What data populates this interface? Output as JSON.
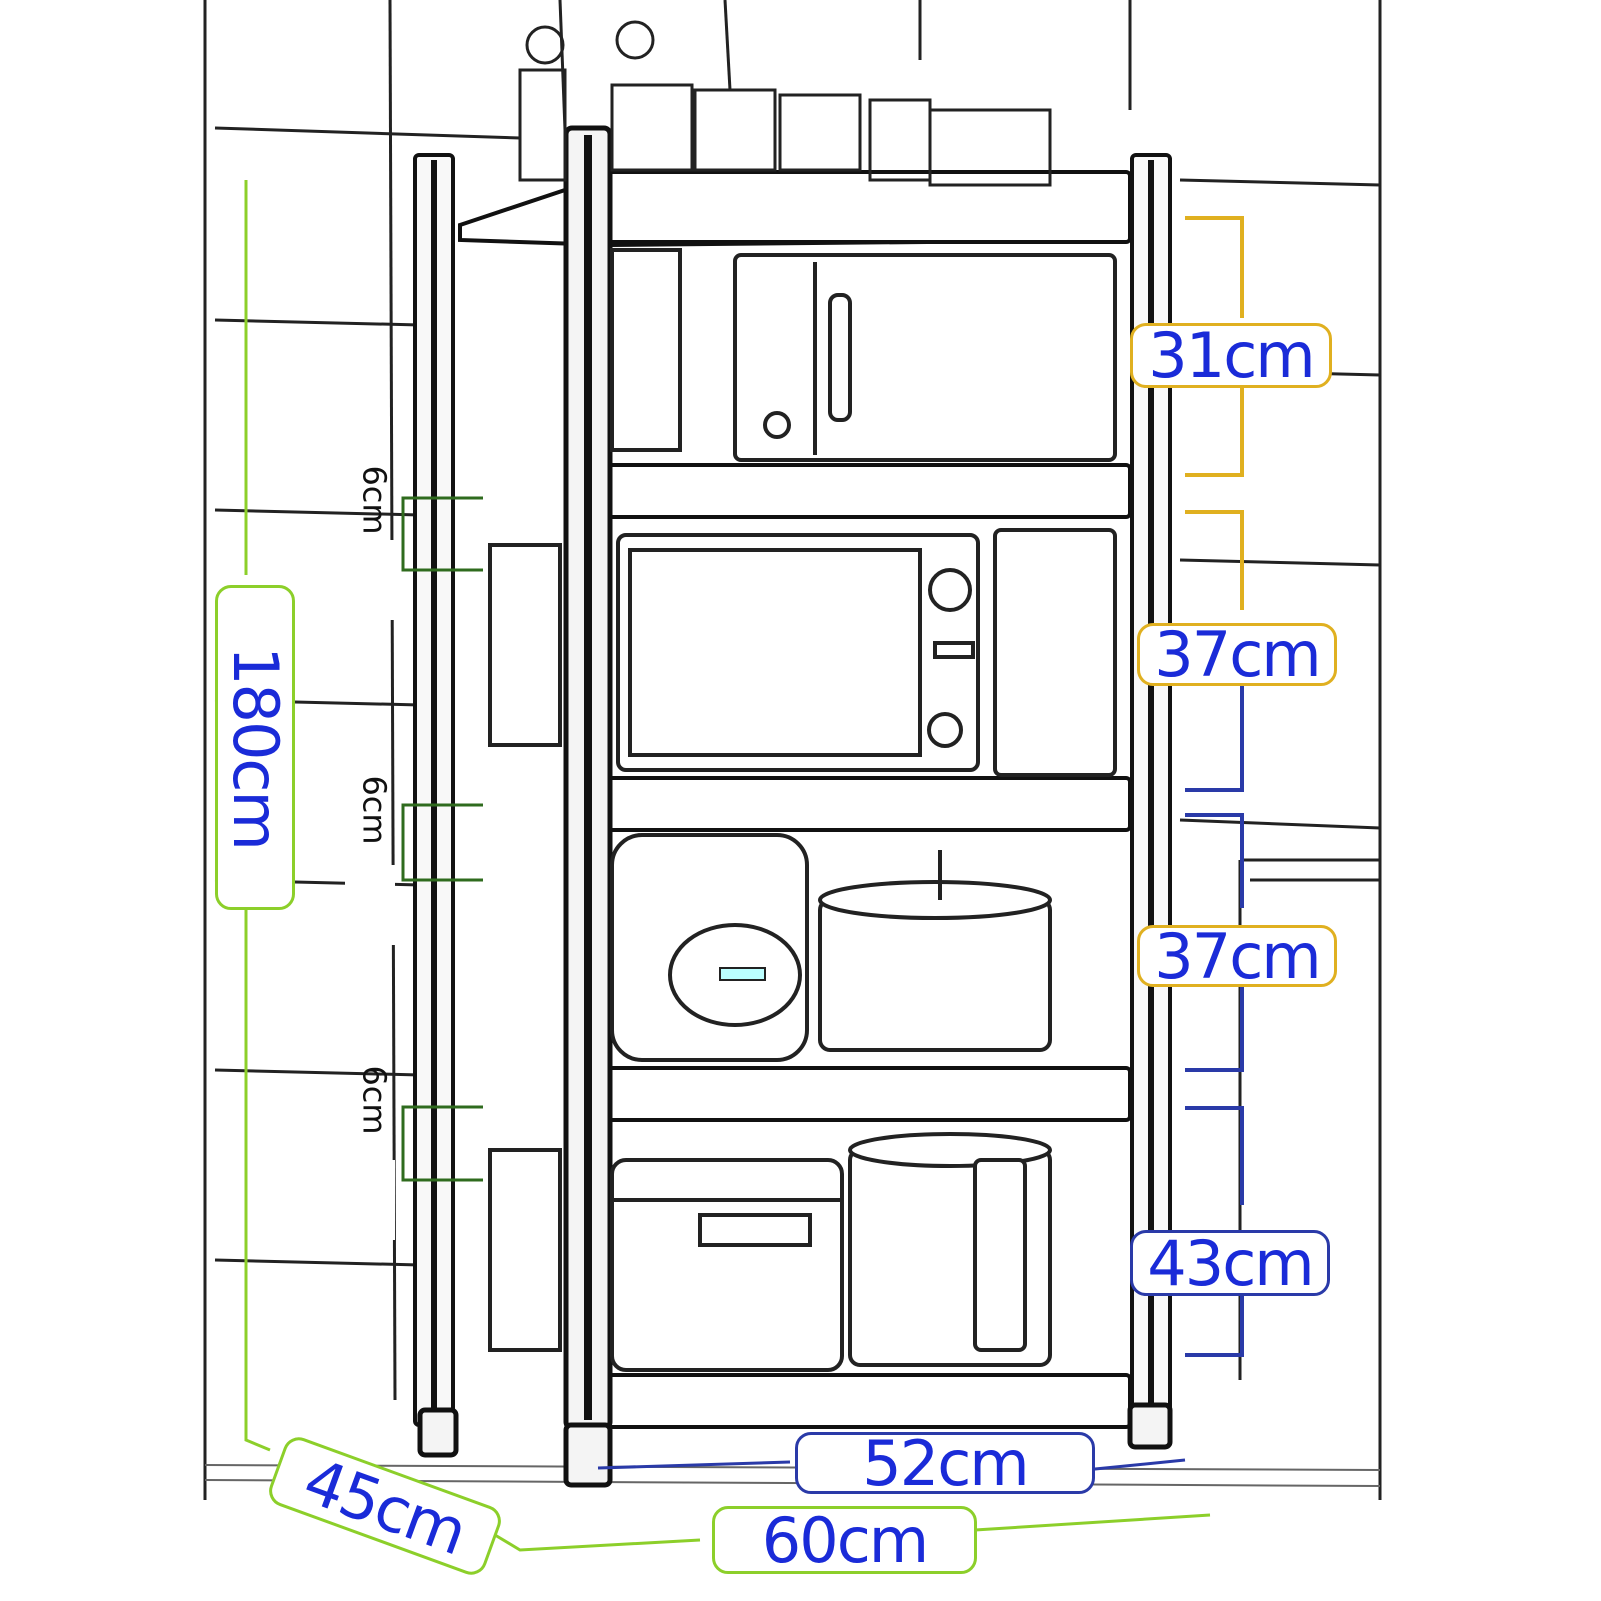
{
  "labels": {
    "height_total": "180cm",
    "depth_total": "45cm",
    "width_total": "60cm",
    "inner_width": "52cm",
    "tier_1": "31cm",
    "tier_2": "37cm",
    "tier_3": "37cm",
    "tier_4": "43cm",
    "adjust_1": "6cm",
    "adjust_2": "6cm",
    "adjust_3": "6cm"
  },
  "colors": {
    "dimension_blue": "#1a2bd8",
    "height_green": "#8ccf2a",
    "tier_gold": "#e0b020",
    "line_dark": "#111111"
  }
}
